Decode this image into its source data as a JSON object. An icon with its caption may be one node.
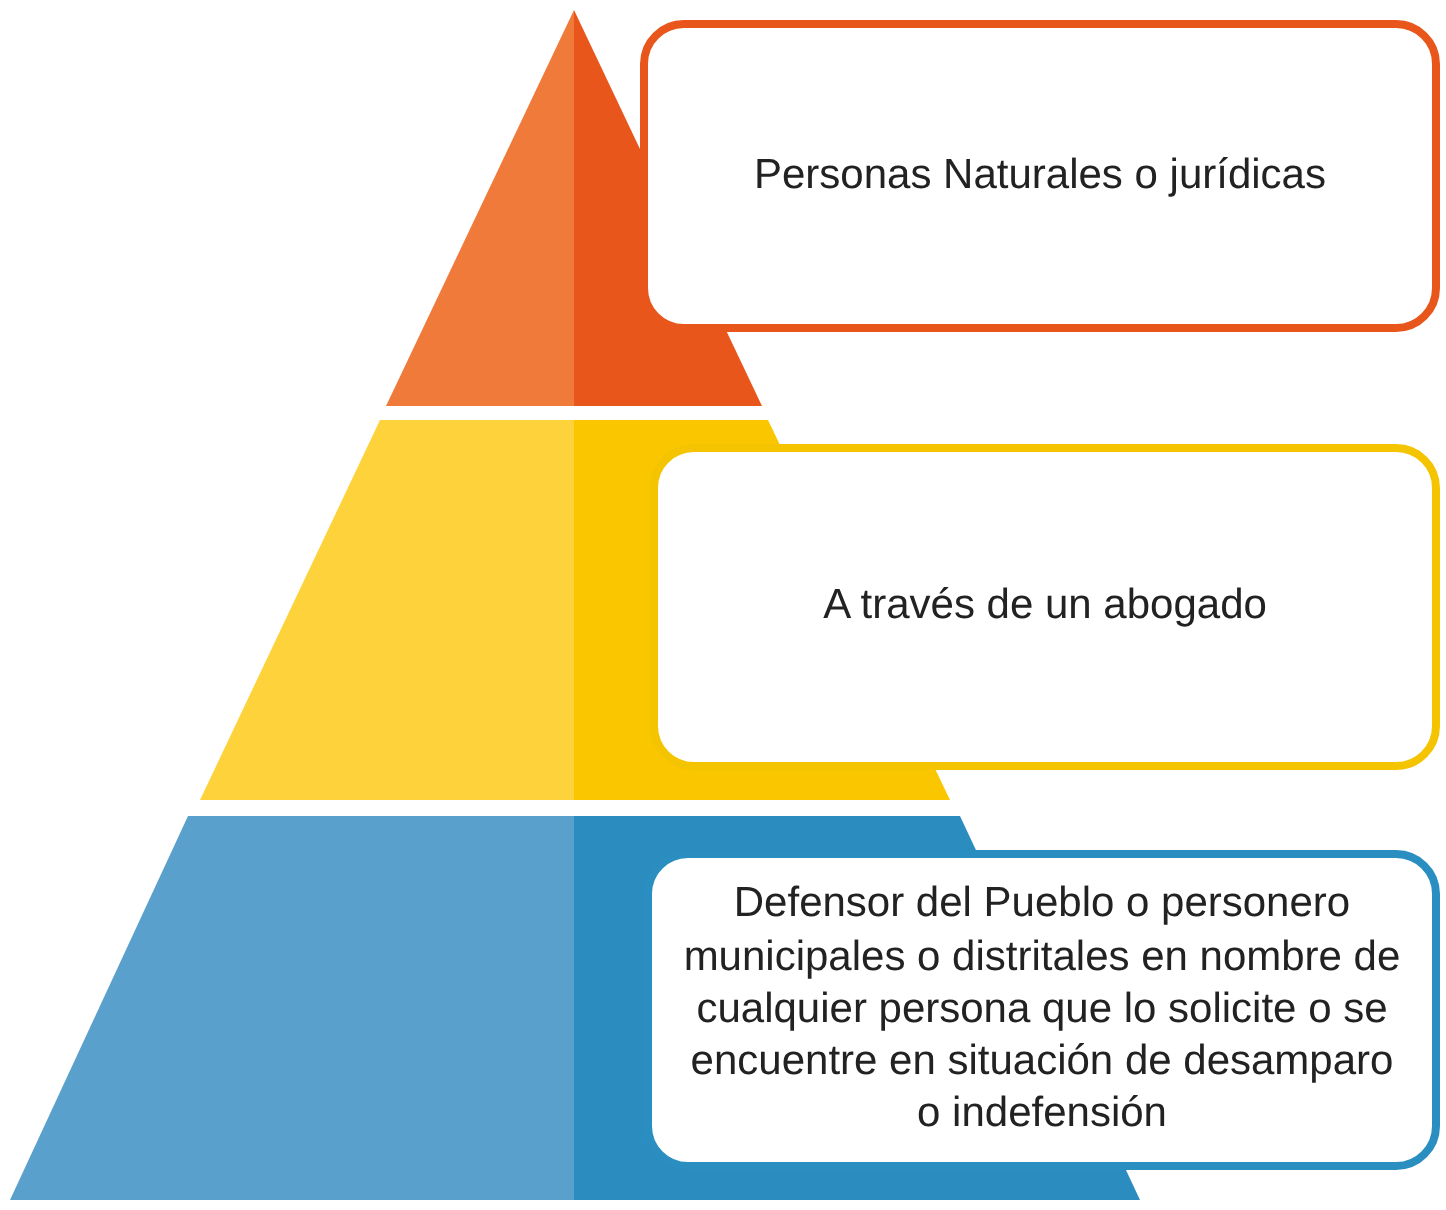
{
  "diagram": {
    "nodes": [
      {
        "text": [
          "Personas Naturales o jurídicas"
        ]
      },
      {
        "text": [
          "A través de un abogado"
        ]
      },
      {
        "text": [
          "Defensor del Pueblo o personero municipales o distritales en nombre de cualquier persona que lo solicite o se encuentre en situación de desamparo o indefensión"
        ]
      }
    ]
  }
}
